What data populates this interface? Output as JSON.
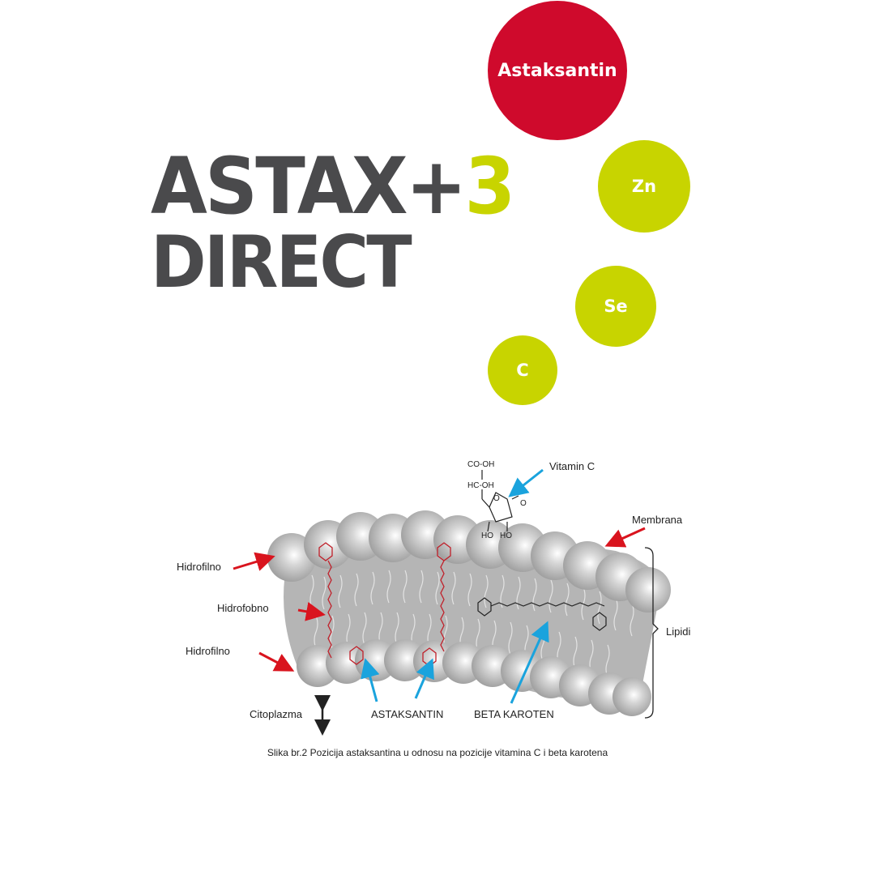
{
  "logo": {
    "line1_main": "ASTAX+",
    "line1_accent": "3",
    "line2": "DIRECT",
    "text_color": "#4a4a4c",
    "accent_color": "#c8d400"
  },
  "bubbles": [
    {
      "label": "Astaksantin",
      "color": "#cf0a2c"
    },
    {
      "label": "Zn",
      "color": "#c8d400"
    },
    {
      "label": "Se",
      "color": "#c8d400"
    },
    {
      "label": "C",
      "color": "#c8d400"
    }
  ],
  "diagram": {
    "labels": {
      "vitamin_c": "Vitamin C",
      "membrana": "Membrana",
      "hidrofilno_top": "Hidrofilno",
      "hidrofobno": "Hidrofobno",
      "hidrofilno_bottom": "Hidrofilno",
      "lipidi": "Lipidi",
      "citoplazma": "Citoplazma",
      "astaksantin": "ASTAKSANTIN",
      "beta_karoten": "BETA KAROTEN"
    },
    "molecule": {
      "co_oh": "CO-OH",
      "hc_oh": "HC-OH",
      "o_ring": "O",
      "o_keto": "O",
      "ho1": "HO",
      "ho2": "HO"
    },
    "arrow_colors": {
      "red": "#d9141e",
      "blue": "#1aa3dd"
    }
  },
  "caption": "Slika br.2 Pozicija astaksantina u odnosu na pozicije vitamina C i beta karotena"
}
